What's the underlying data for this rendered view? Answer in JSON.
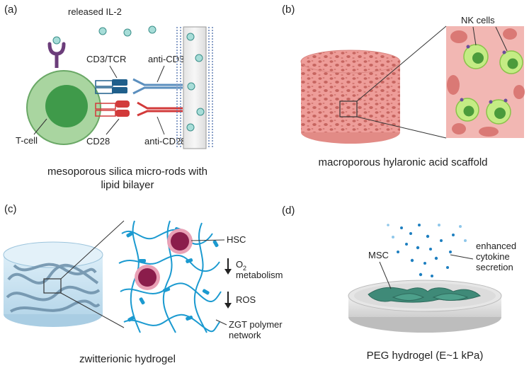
{
  "panels": {
    "a": {
      "tag": "(a)",
      "released": "released IL-2",
      "cd3tcr": "CD3/TCR",
      "anticd3": "anti-CD3",
      "tcell": "T-cell",
      "cd28": "CD28",
      "anticd28": "anti-CD28",
      "caption1": "mesoporous silica micro-rods with",
      "caption2": "lipid bilayer"
    },
    "b": {
      "tag": "(b)",
      "nk": "NK cells",
      "caption": "macroporous hylaronic acid scaffold"
    },
    "c": {
      "tag": "(c)",
      "hsc": "HSC",
      "o2": "O",
      "o2sub": "2",
      "metabolism": "metabolism",
      "ros": "ROS",
      "zgt1": "ZGT polymer",
      "zgt2": "network",
      "caption": "zwitterionic hydrogel"
    },
    "d": {
      "tag": "(d)",
      "msc": "MSC",
      "enh1": "enhanced",
      "enh2": "cytokine",
      "enh3": "secretion",
      "caption": "PEG hydrogel (E~1 kPa)"
    }
  },
  "colors": {
    "tcell": "#a9d5a0",
    "nucleus": "#3f9a4a",
    "cd3": "#1f5f8b",
    "cd28": "#d23a3a",
    "il2": "#a7ddd8",
    "scaffold": "#ef9c98",
    "network": "#1b9ad0",
    "hsc": "#8b1d4b",
    "msc": "#3f8a78",
    "cytokine": "#1e7fc0"
  }
}
